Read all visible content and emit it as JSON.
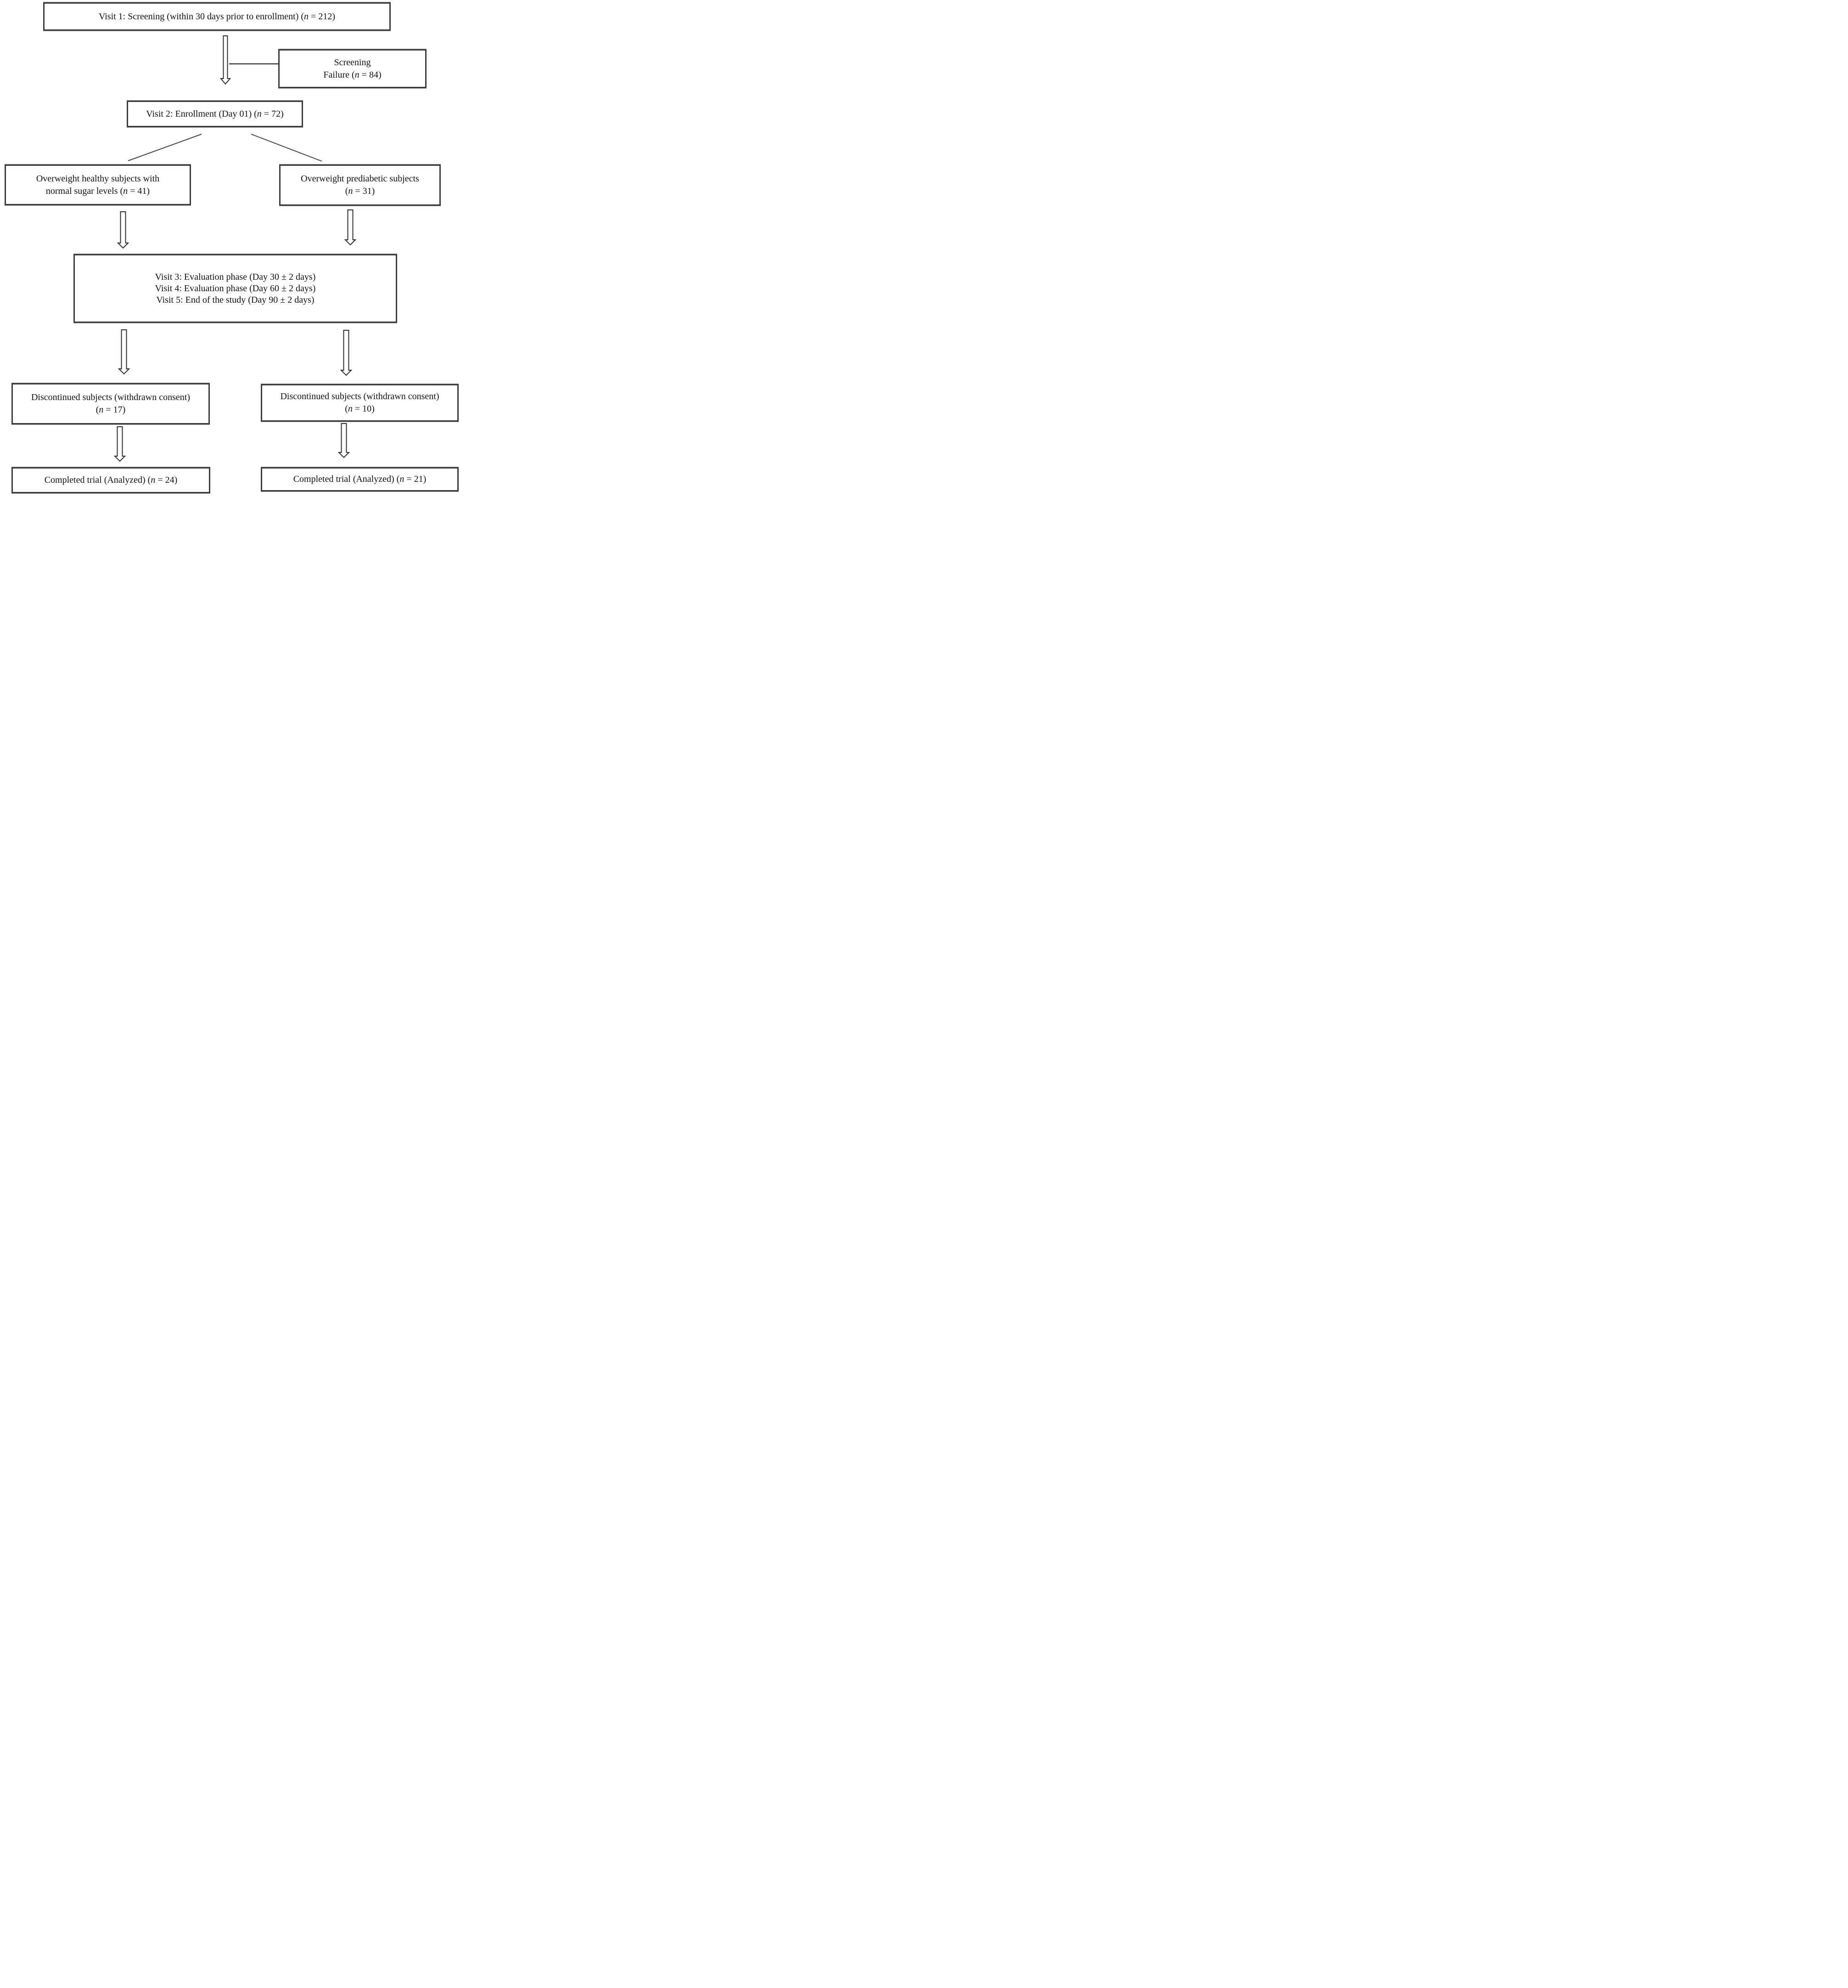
{
  "figure": {
    "type": "flowchart",
    "nodes": {
      "visit1": {
        "lines": [
          "Visit 1: Screening (within 30 days prior to enrollment) (n = 212)"
        ],
        "n": 212
      },
      "screening_failure": {
        "lines": [
          "Screening",
          "Failure (n = 84)"
        ],
        "n": 84
      },
      "visit2": {
        "lines": [
          "Visit 2: Enrollment (Day 01) (n = 72)"
        ],
        "n": 72
      },
      "healthy_arm": {
        "lines": [
          "Overweight healthy subjects with",
          "normal sugar levels (n = 41)"
        ],
        "n": 41
      },
      "prediabetic_arm": {
        "lines": [
          "Overweight prediabetic subjects",
          "(n = 31)"
        ],
        "n": 31
      },
      "evaluation": {
        "lines": [
          "Visit 3: Evaluation phase (Day 30 ± 2 days)",
          "Visit 4: Evaluation phase (Day 60 ± 2 days)",
          "Visit 5: End of the study (Day 90 ± 2 days)"
        ]
      },
      "discontinued_healthy": {
        "lines": [
          "Discontinued subjects (withdrawn consent)",
          "(n = 17)"
        ],
        "n": 17
      },
      "discontinued_prediabetic": {
        "lines": [
          "Discontinued subjects (withdrawn consent)",
          "(n = 10)"
        ],
        "n": 10
      },
      "completed_healthy": {
        "lines": [
          "Completed trial (Analyzed) (n = 24)"
        ],
        "n": 24
      },
      "completed_prediabetic": {
        "lines": [
          "Completed trial (Analyzed) (n = 21)"
        ],
        "n": 21
      }
    },
    "colors": {
      "border": "#3c3c3c",
      "text": "#111111",
      "background": "#ffffff"
    }
  }
}
